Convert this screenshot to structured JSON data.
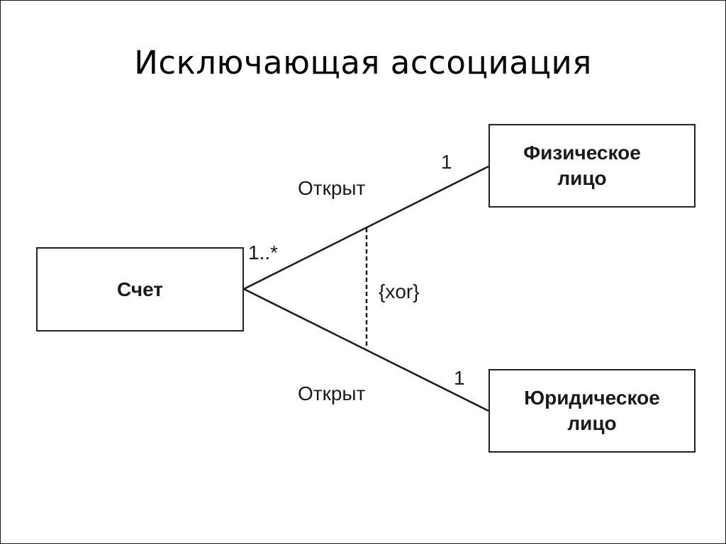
{
  "slide": {
    "title": "Исключающая ассоциация"
  },
  "diagram": {
    "classes": {
      "account": {
        "name": "Счет"
      },
      "individual": {
        "name_line1": "Физическое",
        "name_line2": "лицо"
      },
      "legal_entity": {
        "name_line1": "Юридическое",
        "name_line2": "лицо"
      }
    },
    "associations": {
      "top": {
        "label": "Открыт",
        "multiplicity_account_end": "1..*",
        "multiplicity_target_end": "1"
      },
      "bottom": {
        "label": "Открыт",
        "multiplicity_target_end": "1"
      }
    },
    "constraint": {
      "label": "{xor}"
    }
  }
}
